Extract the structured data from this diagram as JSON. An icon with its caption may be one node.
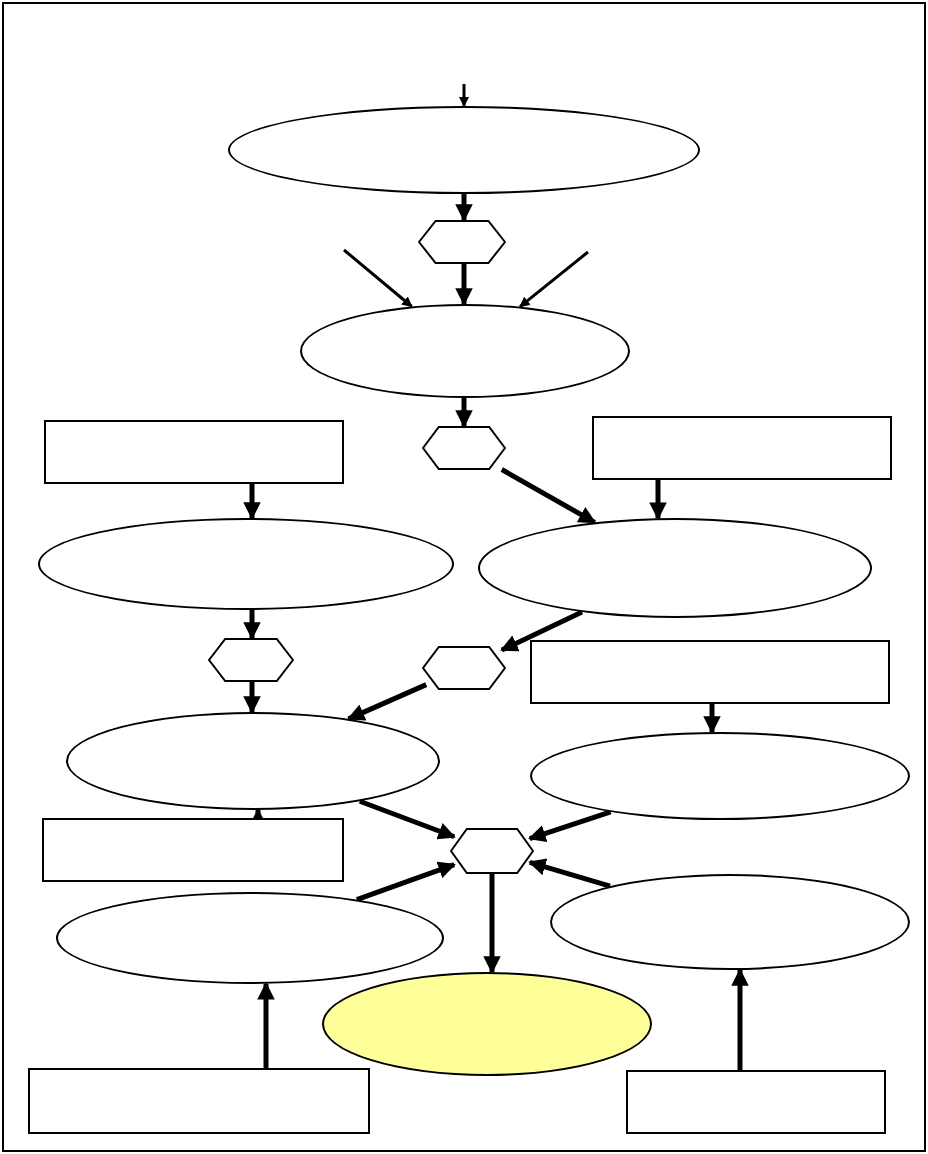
{
  "diagram": {
    "nodes": [
      {
        "text": [],
        "shape": "ellipse"
      },
      {
        "text": [],
        "shape": "hexagon"
      },
      {
        "text": [],
        "shape": "ellipse"
      },
      {
        "text": [],
        "shape": "box"
      },
      {
        "text": [],
        "shape": "hexagon"
      },
      {
        "text": [],
        "shape": "box"
      },
      {
        "text": [],
        "shape": "ellipse"
      },
      {
        "text": [],
        "shape": "ellipse"
      },
      {
        "text": [],
        "shape": "box"
      },
      {
        "text": [],
        "shape": "hexagon"
      },
      {
        "text": [],
        "shape": "hexagon"
      },
      {
        "text": [],
        "shape": "ellipse"
      },
      {
        "text": [],
        "shape": "ellipse"
      },
      {
        "text": [],
        "shape": "box"
      },
      {
        "text": [],
        "shape": "hexagon"
      },
      {
        "text": [],
        "shape": "ellipse"
      },
      {
        "text": [],
        "shape": "ellipse"
      },
      {
        "text": [],
        "shape": "ellipse"
      },
      {
        "text": [],
        "shape": "box"
      },
      {
        "text": [],
        "shape": "box"
      }
    ],
    "edges": [
      {
        "from": null,
        "to": 0,
        "arrow": "to"
      },
      {
        "from": 0,
        "to": 1,
        "arrow": "to"
      },
      {
        "from": 1,
        "to": 2,
        "arrow": "to"
      },
      {
        "from": null,
        "to": 2,
        "arrow": "to"
      },
      {
        "from": null,
        "to": 2,
        "arrow": "to"
      },
      {
        "from": 2,
        "to": 4,
        "arrow": "to"
      },
      {
        "from": 4,
        "to": 7,
        "arrow": "to"
      },
      {
        "from": 3,
        "to": 6,
        "arrow": "to"
      },
      {
        "from": 5,
        "to": 7,
        "arrow": "to"
      },
      {
        "from": 6,
        "to": 9,
        "arrow": "to"
      },
      {
        "from": 9,
        "to": 11,
        "arrow": "to"
      },
      {
        "from": 7,
        "to": 10,
        "arrow": "to"
      },
      {
        "from": 10,
        "to": 11,
        "arrow": "to"
      },
      {
        "from": 8,
        "to": 12,
        "arrow": "to"
      },
      {
        "from": 13,
        "to": 11,
        "arrow": "to"
      },
      {
        "from": 11,
        "to": 14,
        "arrow": "to"
      },
      {
        "from": 12,
        "to": 14,
        "arrow": "to"
      },
      {
        "from": 15,
        "to": 14,
        "arrow": "to"
      },
      {
        "from": 16,
        "to": 14,
        "arrow": "to"
      },
      {
        "from": 14,
        "to": 17,
        "arrow": "to"
      },
      {
        "from": 18,
        "to": 15,
        "arrow": "to"
      },
      {
        "from": 19,
        "to": 16,
        "arrow": "to"
      }
    ]
  }
}
